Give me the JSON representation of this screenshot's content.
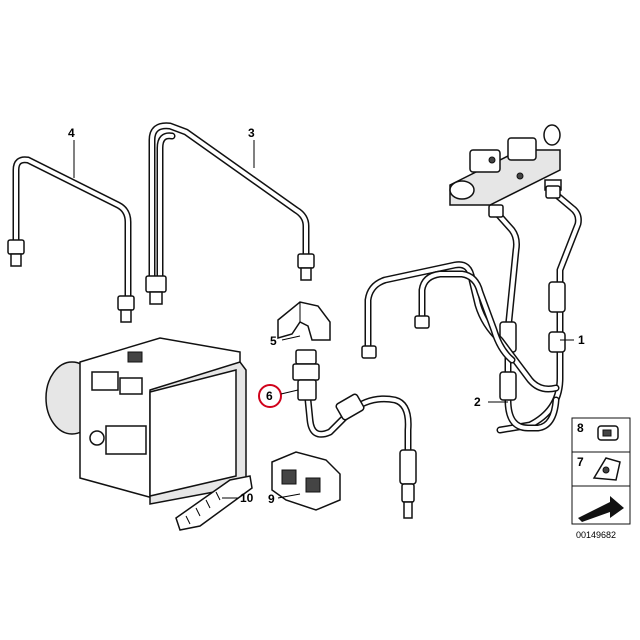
{
  "callouts": {
    "c1": "1",
    "c2": "2",
    "c3": "3",
    "c4": "4",
    "c5": "5",
    "c6": "6",
    "c7": "7",
    "c8": "8",
    "c9": "9",
    "c10": "10"
  },
  "diagram_code": "00149682",
  "highlight_color": "#d0021b"
}
